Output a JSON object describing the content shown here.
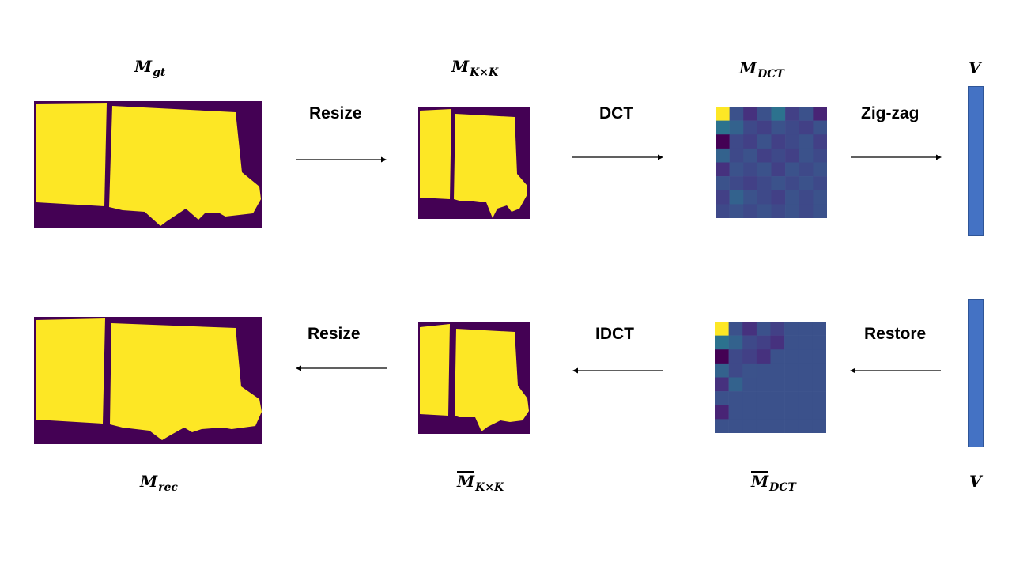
{
  "labels": {
    "m_gt": {
      "base": "M",
      "sub": "gt"
    },
    "m_kxk": {
      "base": "M",
      "sub": "K×K"
    },
    "m_dct": {
      "base": "M",
      "sub": "DCT"
    },
    "v_top": {
      "base": "V"
    },
    "m_rec": {
      "base": "M",
      "sub": "rec"
    },
    "m_kxk_bar": {
      "base": "M",
      "sub": "K×K"
    },
    "m_dct_bar": {
      "base": "M",
      "sub": "DCT"
    },
    "v_bottom": {
      "base": "V"
    }
  },
  "operations": {
    "resize_top": "Resize",
    "dct": "DCT",
    "zigzag": "Zig-zag",
    "resize_bottom": "Resize",
    "idct": "IDCT",
    "restore": "Restore"
  },
  "colors": {
    "mask_bg": "#440154",
    "mask_fg": "#fde725",
    "vector": "#4472c4",
    "vector_border": "#2f5597",
    "dct_base": "#3b518b"
  },
  "dct_grid": {
    "rows": 8,
    "cols": 8,
    "top_cells": [
      [
        "#fde725",
        "#3b518b",
        "#46317e",
        "#3b518b",
        "#2c728e",
        "#424086",
        "#3b518b",
        "#482475"
      ],
      [
        "#2c728e",
        "#33628d",
        "#3e4989",
        "#424086",
        "#3b528b",
        "#3e4989",
        "#424086",
        "#3b518b"
      ],
      [
        "#440154",
        "#3e4989",
        "#424086",
        "#3b528b",
        "#424086",
        "#3e4989",
        "#3b528b",
        "#424086"
      ],
      [
        "#33628d",
        "#3e4989",
        "#3b528b",
        "#424086",
        "#3e4989",
        "#424086",
        "#3b528b",
        "#3e4989"
      ],
      [
        "#46317e",
        "#3b528b",
        "#3e4989",
        "#3b528b",
        "#424086",
        "#3b528b",
        "#3e4989",
        "#3b528b"
      ],
      [
        "#3b528b",
        "#3e4989",
        "#424086",
        "#3e4989",
        "#3b528b",
        "#3e4989",
        "#3b528b",
        "#3e4989"
      ],
      [
        "#424086",
        "#33628d",
        "#3b528b",
        "#3e4989",
        "#424086",
        "#3b528b",
        "#3e4989",
        "#3b528b"
      ],
      [
        "#3e4989",
        "#3b528b",
        "#3e4989",
        "#3b528b",
        "#3e4989",
        "#3b528b",
        "#3e4989",
        "#3b518b"
      ]
    ],
    "bottom_cells": [
      [
        "#fde725",
        "#3b518b",
        "#46317e",
        "#3b518b",
        "#424086",
        "#3b518b",
        "#3b518b",
        "#3b518b"
      ],
      [
        "#2c728e",
        "#33628d",
        "#3e4989",
        "#424086",
        "#46317e",
        "#3b518b",
        "#3b518b",
        "#3b518b"
      ],
      [
        "#440154",
        "#3e4989",
        "#424086",
        "#46317e",
        "#3b518b",
        "#3b518b",
        "#3b518b",
        "#3b518b"
      ],
      [
        "#33628d",
        "#3e4989",
        "#3b528b",
        "#3b518b",
        "#3b518b",
        "#3b518b",
        "#3b518b",
        "#3b518b"
      ],
      [
        "#46317e",
        "#33628d",
        "#3b518b",
        "#3b518b",
        "#3b518b",
        "#3b518b",
        "#3b518b",
        "#3b518b"
      ],
      [
        "#3b518b",
        "#3b518b",
        "#3b518b",
        "#3b518b",
        "#3b518b",
        "#3b518b",
        "#3b518b",
        "#3b518b"
      ],
      [
        "#482475",
        "#3b518b",
        "#3b518b",
        "#3b518b",
        "#3b518b",
        "#3b518b",
        "#3b518b",
        "#3b518b"
      ],
      [
        "#3b518b",
        "#3b518b",
        "#3b518b",
        "#3b518b",
        "#3b518b",
        "#3b518b",
        "#3b518b",
        "#3b518b"
      ]
    ]
  }
}
